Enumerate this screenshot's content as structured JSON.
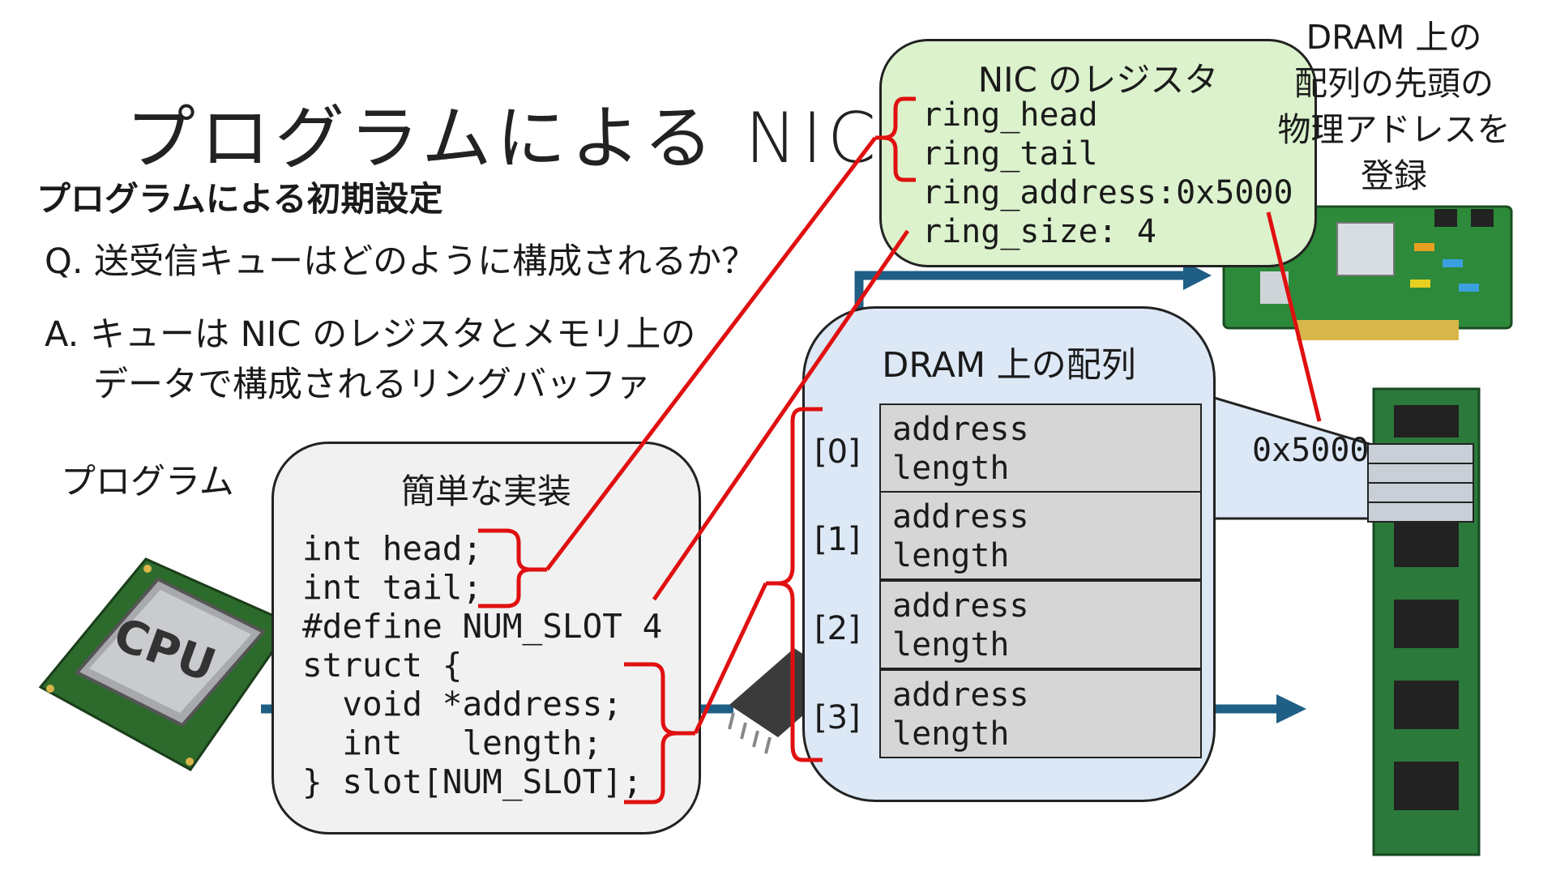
{
  "slide": {
    "title": "プログラムによる NIC の",
    "subtitle": "プログラムによる初期設定",
    "question": "Q. 送受信キューはどのように構成されるか？",
    "answer_line1": "A. キューは NIC のレジスタとメモリ上の",
    "answer_line2": "データで構成されるリングバッファ",
    "program_label": "プログラム"
  },
  "code_box": {
    "title": "簡単な実装",
    "lines": [
      "int head;",
      "int tail;",
      "#define NUM_SLOT 4",
      "struct {",
      "  void *address;",
      "  int   length;",
      "} slot[NUM_SLOT];"
    ]
  },
  "dram_array": {
    "title": "DRAM 上の配列",
    "slots": [
      {
        "index": "[0]",
        "field1": "address",
        "field2": "length"
      },
      {
        "index": "[1]",
        "field1": "address",
        "field2": "length"
      },
      {
        "index": "[2]",
        "field1": "address",
        "field2": "length"
      },
      {
        "index": "[3]",
        "field1": "address",
        "field2": "length"
      }
    ]
  },
  "nic_registers": {
    "title": "NIC のレジスタ",
    "lines": [
      "ring_head",
      "ring_tail",
      "ring_address:0x5000",
      "ring_size: 4"
    ]
  },
  "dram_note": {
    "lines": [
      "DRAM 上の",
      "配列の先頭の",
      "物理アドレスを",
      "登録"
    ]
  },
  "memory_address_label": "0x5000",
  "chip_labels": {
    "cpu": "CPU"
  },
  "colors": {
    "arrow": "#1f5f86",
    "bracket": "#e01010",
    "code_bg": "#f1f1f1",
    "dram_bg": "#dce8f5",
    "nic_bg": "#dbf2cc",
    "slot_bg": "#d6d6d6"
  }
}
